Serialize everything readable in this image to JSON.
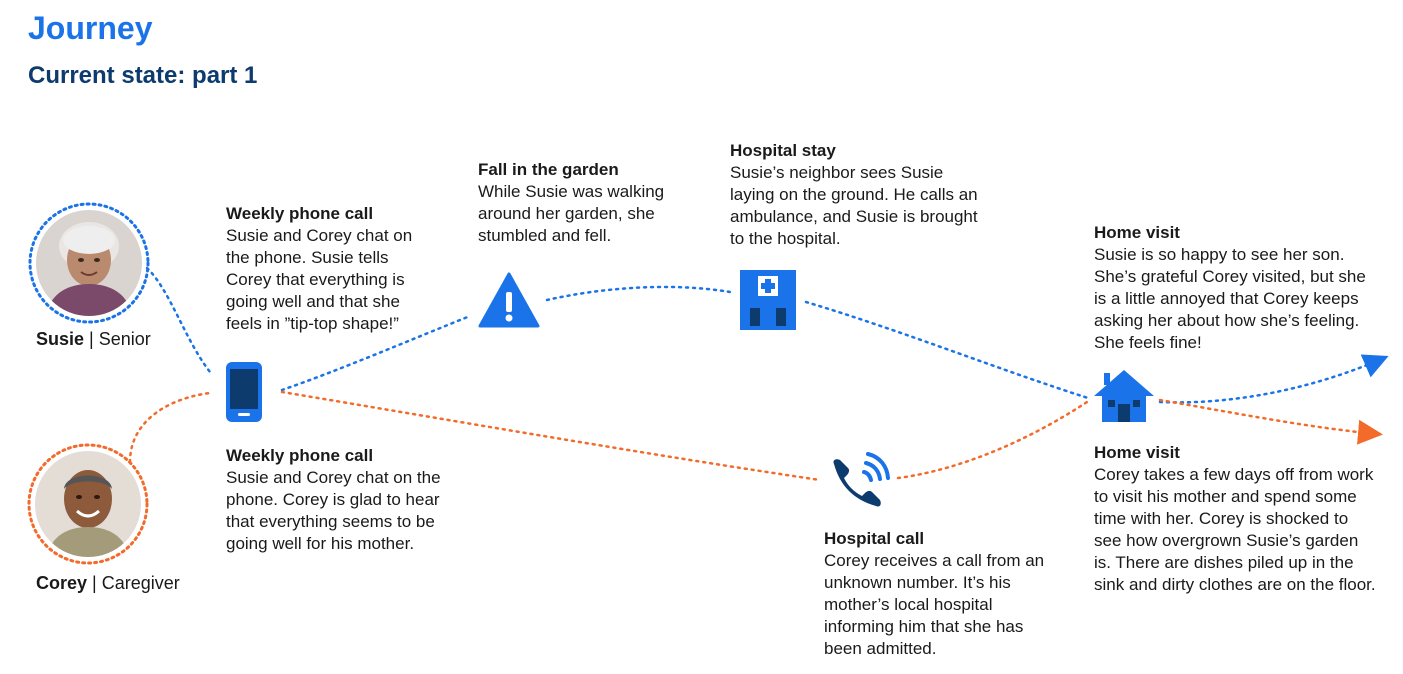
{
  "header": {
    "title": "Journey",
    "subtitle": "Current state: part 1"
  },
  "colors": {
    "senior_line": "#1a73e8",
    "caregiver_line": "#f26b2a",
    "icon_blue": "#1a73e8",
    "icon_navy": "#0d3b6e"
  },
  "personas": {
    "senior": {
      "name": "Susie",
      "role": "Senior"
    },
    "caregiver": {
      "name": "Corey",
      "role": "Caregiver"
    }
  },
  "steps": {
    "weekly_call_senior": {
      "title": "Weekly phone call",
      "body": "Susie and Corey chat on the phone. Susie tells Corey that everything is going well and that she feels in ”tip-top shape!”"
    },
    "fall": {
      "title": "Fall in the garden",
      "body": "While Susie was walking around her garden, she stumbled and fell."
    },
    "hospital_stay": {
      "title": "Hospital stay",
      "body": "Susie’s neighbor sees Susie laying on the ground. He calls an ambulance, and Susie is brought to the hospital."
    },
    "home_visit_senior": {
      "title": "Home visit",
      "body": "Susie is so happy to see her son. She’s grateful Corey visited, but she is a little annoyed that Corey keeps asking her about how she’s feeling. She feels fine!"
    },
    "weekly_call_caregiver": {
      "title": "Weekly phone call",
      "body": "Susie and Corey chat on the phone. Corey is glad to hear that everything seems to be going well for his mother."
    },
    "hospital_call": {
      "title": "Hospital call",
      "body": "Corey receives a call from an unknown number. It’s his mother’s local hospital informing him that she has been admitted."
    },
    "home_visit_caregiver": {
      "title": "Home visit",
      "body": "Corey takes a few days off from work to visit his mother and spend some time with her. Corey is shocked to see how overgrown Susie’s garden is. There are dishes piled up in the sink and dirty clothes are on the floor."
    }
  },
  "icons": {
    "phone": "smartphone-icon",
    "fall": "warning-icon",
    "hospital": "hospital-icon",
    "home": "home-icon",
    "incoming_call": "phone-ringing-icon"
  }
}
